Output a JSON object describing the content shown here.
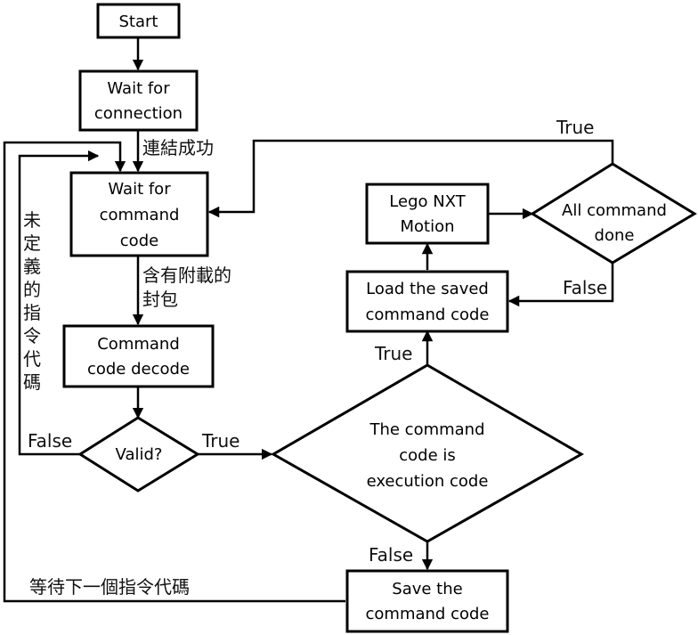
{
  "nodes": {
    "start": {
      "lines": [
        "Start"
      ]
    },
    "wait_connection": {
      "lines": [
        "Wait for",
        "connection"
      ]
    },
    "wait_command": {
      "lines": [
        "Wait for",
        "command",
        "code"
      ]
    },
    "command_decode": {
      "lines": [
        "Command",
        "code decode"
      ]
    },
    "valid": {
      "lines": [
        "Valid?"
      ]
    },
    "is_execution": {
      "lines": [
        "The command",
        "code is",
        "execution code"
      ]
    },
    "load_saved": {
      "lines": [
        "Load the saved",
        "command code"
      ]
    },
    "lego_motion": {
      "lines": [
        "Lego NXT",
        "Motion"
      ]
    },
    "all_done": {
      "lines": [
        "All command",
        "done"
      ]
    },
    "save_command": {
      "lines": [
        "Save the",
        "command code"
      ]
    }
  },
  "edge_labels": {
    "connected": "連結成功",
    "payload_packet_lines": [
      "含有附載的",
      "封包"
    ],
    "undefined_command_vertical": "未定義的指令代碼",
    "wait_next_command": "等待下一個指令代碼",
    "valid_false": "False",
    "valid_true": "True",
    "exec_true": "True",
    "exec_false": "False",
    "done_true": "True",
    "done_false": "False"
  }
}
